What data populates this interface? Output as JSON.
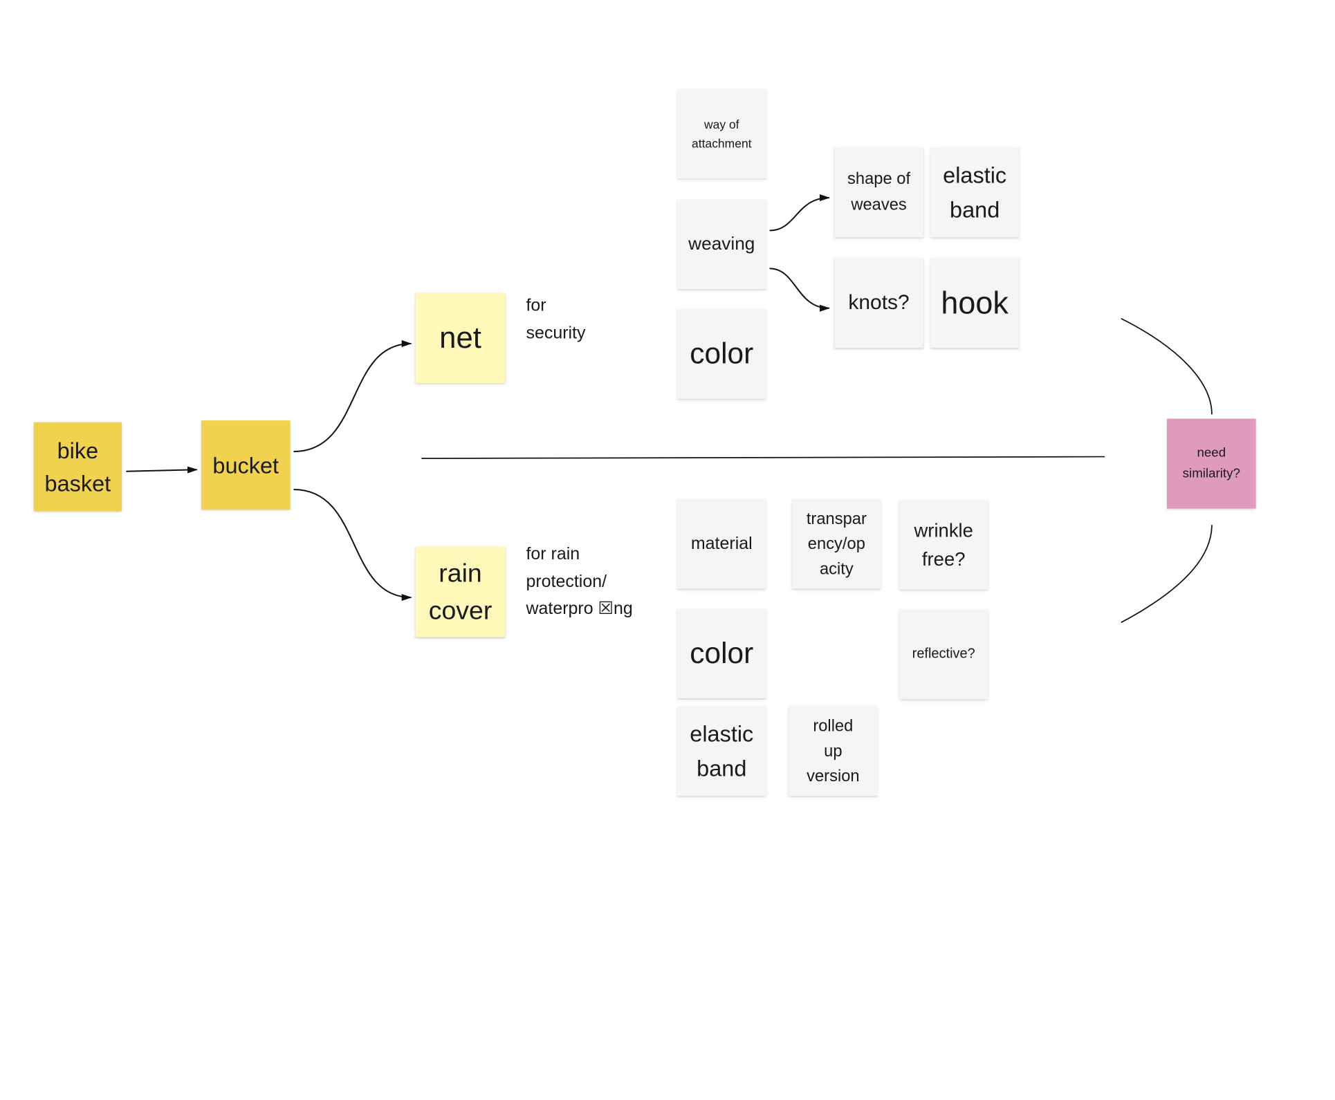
{
  "colors": {
    "gold_note": "#F0D24E",
    "yellow_note": "#FFF8B8",
    "grey_note": "#F4F5F7",
    "pink_note": "#DE9BBB",
    "line": "#111111"
  },
  "notes": {
    "bike_basket": "bike\nbasket",
    "bucket": "bucket",
    "net": "net",
    "rain_cover": "rain\ncover",
    "need_similarity": "need\nsimilarity?",
    "way_of_attachment": "way of\nattachment",
    "weaving": "weaving",
    "color_top": "color",
    "shape_of_weaves": "shape of\nweaves",
    "elastic_band_top": "elastic\nband",
    "knots": "knots?",
    "hook": "hook",
    "material": "material",
    "transparency": "transpar\nency/op\nacity",
    "wrinkle_free": "wrinkle\nfree?",
    "color_bottom": "color",
    "reflective": "reflective?",
    "elastic_band_bottom": "elastic\nband",
    "rolled_up": "rolled\nup\nversion"
  },
  "annotations": {
    "for_security": "for\nsecurity",
    "for_rain": "for rain\nprotection/\nwaterpro ☒ng"
  }
}
